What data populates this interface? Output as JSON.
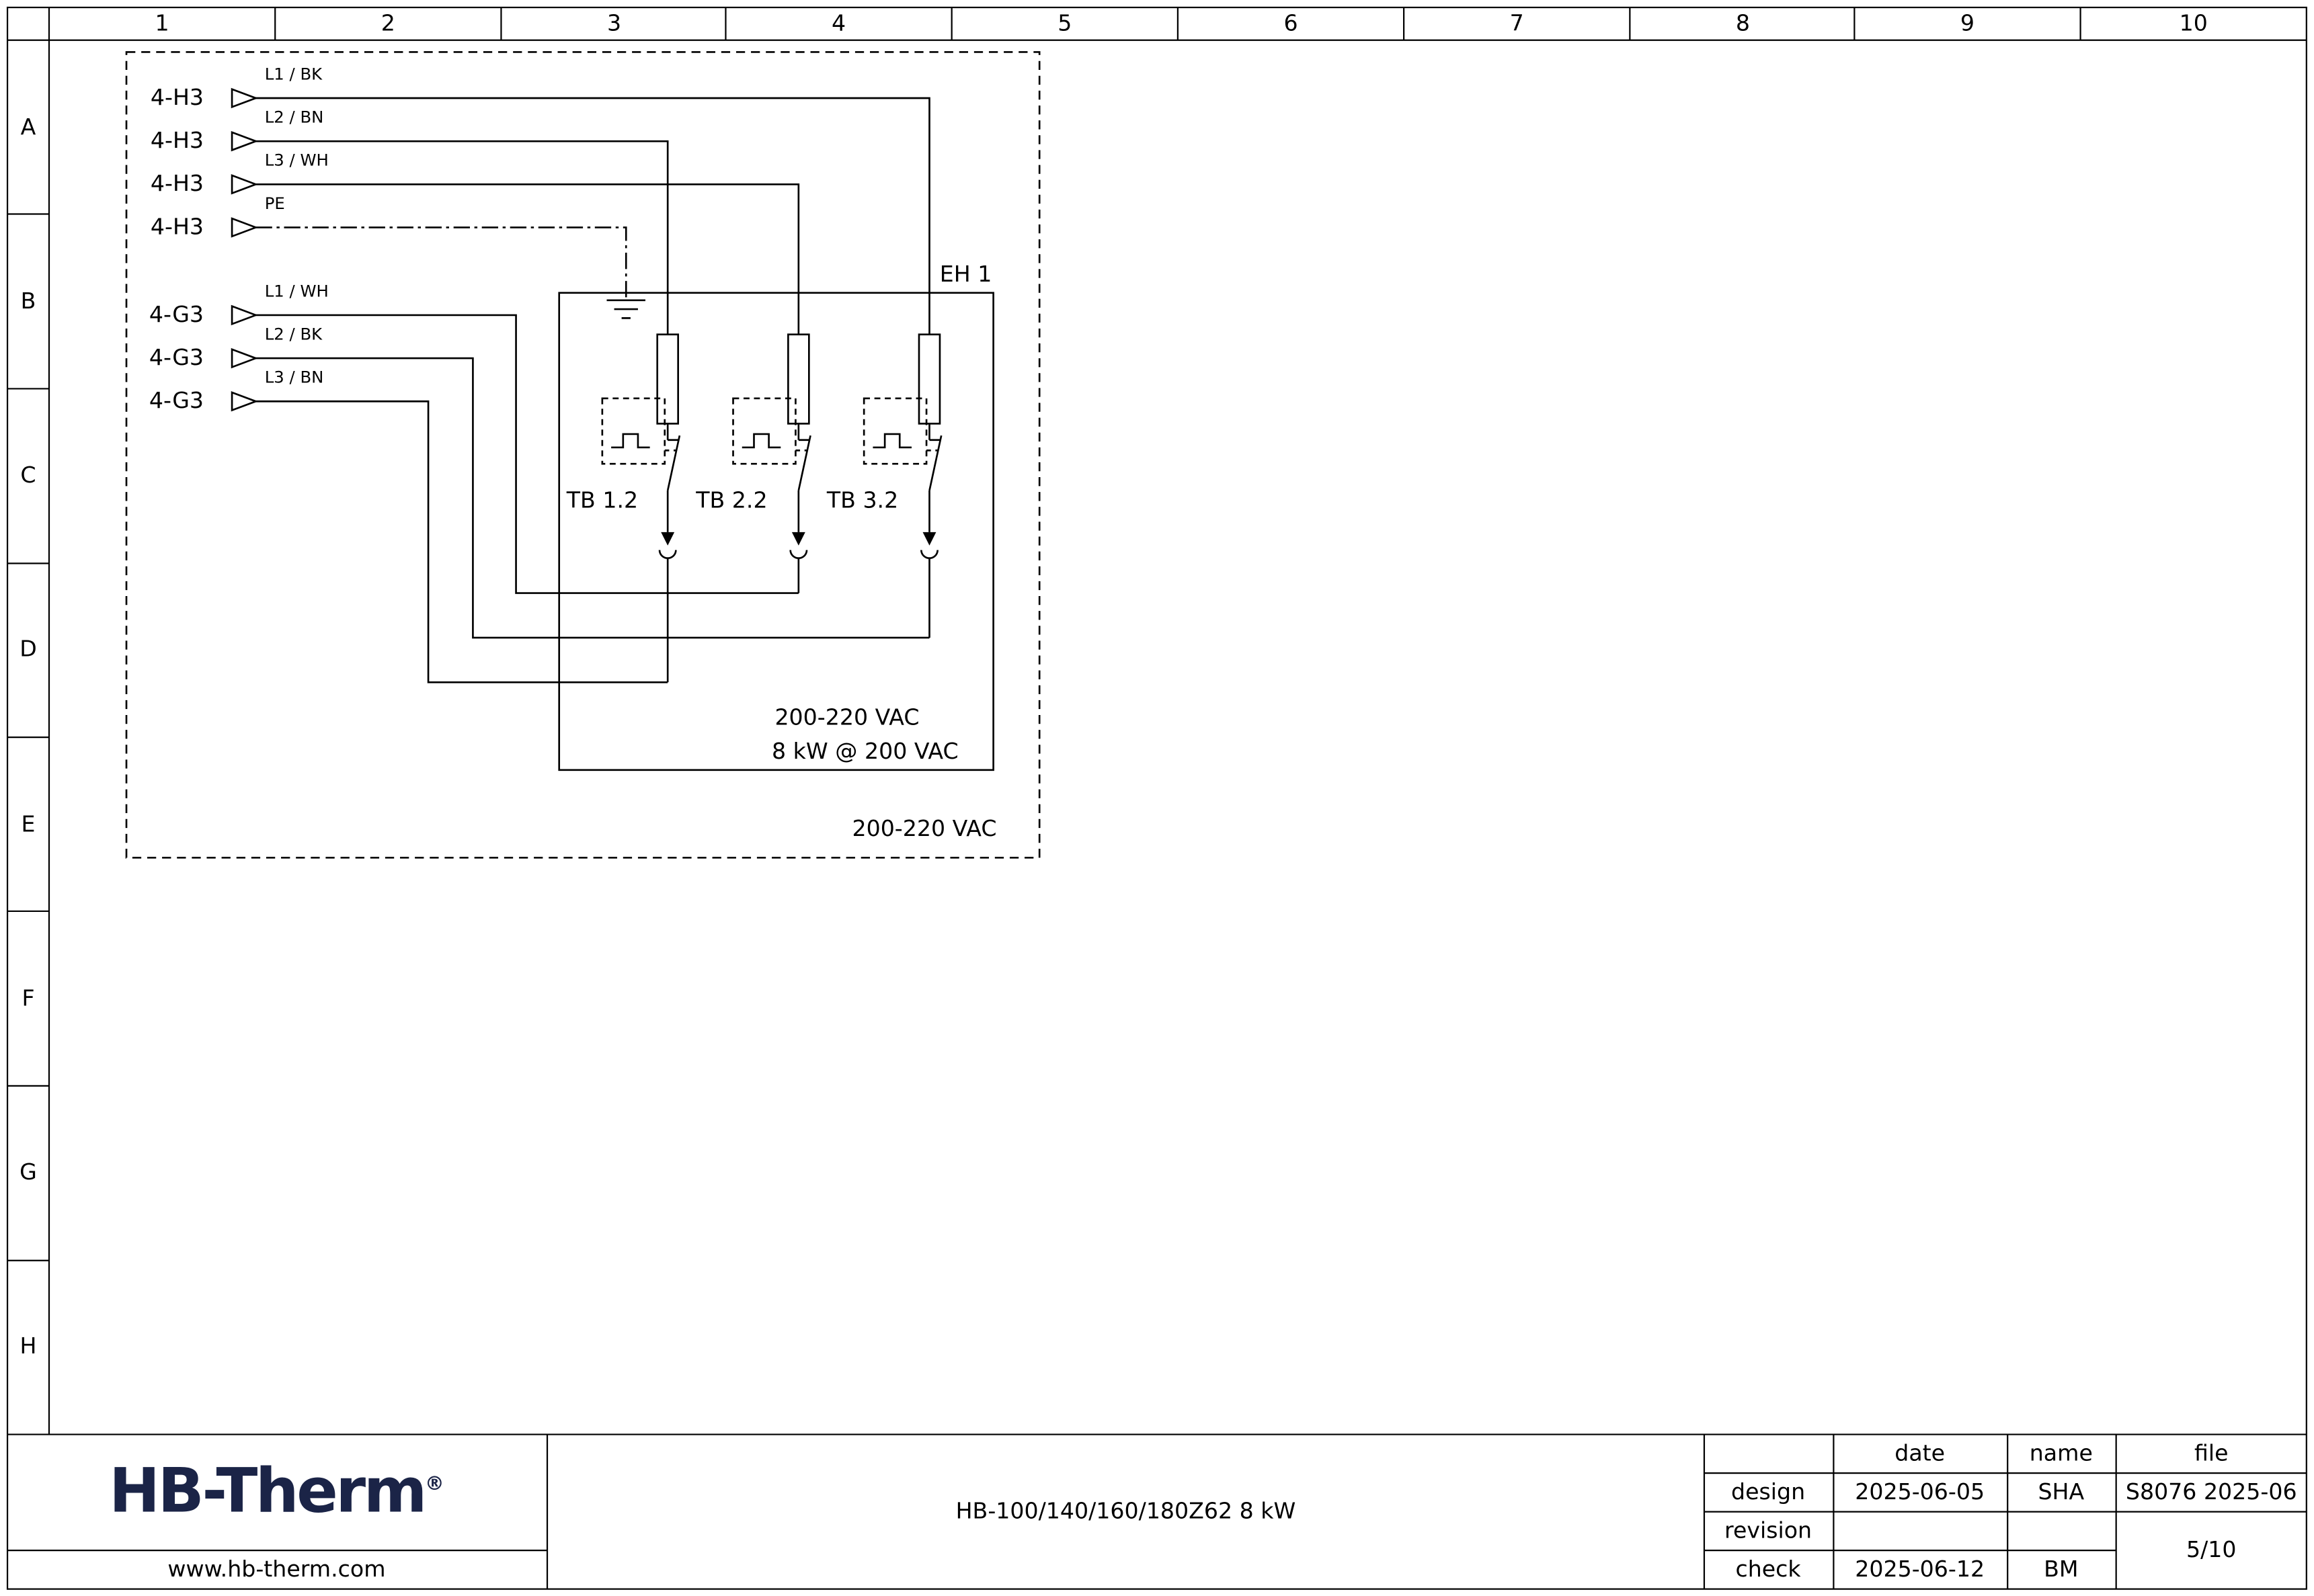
{
  "colors": {
    "background": "#ffffff",
    "line": "#000000",
    "logo": "#1b2447"
  },
  "grid": {
    "columns": [
      "1",
      "2",
      "3",
      "4",
      "5",
      "6",
      "7",
      "8",
      "9",
      "10"
    ],
    "rows": [
      "A",
      "B",
      "C",
      "D",
      "E",
      "F",
      "G",
      "H"
    ]
  },
  "schematic": {
    "h3_connectors": [
      {
        "tag": "4-H3",
        "wire_label": "L1 / BK"
      },
      {
        "tag": "4-H3",
        "wire_label": "L2 / BN"
      },
      {
        "tag": "4-H3",
        "wire_label": "L3 / WH"
      },
      {
        "tag": "4-H3",
        "wire_label": "PE"
      }
    ],
    "g3_connectors": [
      {
        "tag": "4-G3",
        "wire_label": "L1 / WH"
      },
      {
        "tag": "4-G3",
        "wire_label": "L2 / BK"
      },
      {
        "tag": "4-G3",
        "wire_label": "L3 / BN"
      }
    ],
    "heater_box": {
      "label": "EH 1",
      "thermal_breakers": [
        "TB 1.2",
        "TB 2.2",
        "TB 3.2"
      ],
      "rating_line1": "200-220 VAC",
      "rating_line2": "8 kW @ 200 VAC"
    },
    "supply_voltage": "200-220 VAC"
  },
  "title_block": {
    "logo_text": "HB-Therm",
    "logo_reg": "®",
    "website": "www.hb-therm.com",
    "drawing_title": "HB-100/140/160/180Z62 8 kW",
    "col_headers": {
      "date": "date",
      "name": "name",
      "file": "file"
    },
    "rows": {
      "design": {
        "label": "design",
        "date": "2025-06-05",
        "name": "SHA",
        "file": "S8076 2025-06"
      },
      "revision": {
        "label": "revision"
      },
      "check": {
        "label": "check",
        "date": "2025-06-12",
        "name": "BM"
      }
    },
    "page": "5/10"
  }
}
